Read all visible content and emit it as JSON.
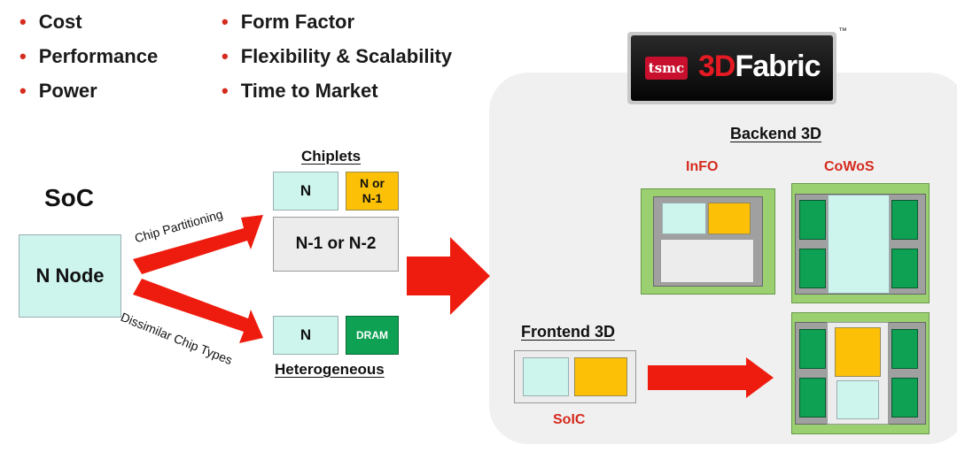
{
  "bullets_left": [
    "Cost",
    "Performance",
    "Power"
  ],
  "bullets_right": [
    "Form Factor",
    "Flexibility & Scalability",
    "Time to Market"
  ],
  "soc": {
    "title": "SoC",
    "node": "N Node"
  },
  "arrows": {
    "top_label": "Chip Partitioning",
    "bottom_label": "Dissimilar Chip Types"
  },
  "chiplets": {
    "title": "Chiplets",
    "n": "N",
    "n_or_n1": "N or\nN-1",
    "n1_or_n2": "N-1 or N-2"
  },
  "heterogeneous": {
    "title": "Heterogeneous",
    "n": "N",
    "dram": "DRAM"
  },
  "logo": {
    "brand": "tsmc",
    "product": "3DFabric",
    "tm": "™"
  },
  "backend": {
    "title": "Backend 3D",
    "info": "InFO",
    "cowos": "CoWoS"
  },
  "frontend": {
    "title": "Frontend 3D",
    "soic": "SoIC"
  },
  "colors": {
    "accent_red": "#d52b1e",
    "cyan": "#cdf5ee",
    "gold": "#fcc107",
    "green": "#0ea153",
    "package_green": "#9bd070"
  }
}
